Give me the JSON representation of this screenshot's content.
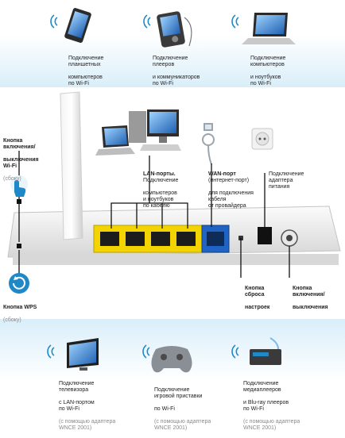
{
  "top": {
    "tablets": [
      "Подключение",
      "планшетных",
      "компьютеров",
      "по Wi-Fi"
    ],
    "players": [
      "Подключение",
      "плееров",
      "и коммуникаторов",
      "по Wi-Fi"
    ],
    "laptops": [
      "Подключение",
      "компьютеров",
      "и ноутбуков",
      "по Wi-Fi"
    ]
  },
  "middle": {
    "lan": [
      "LAN-порты.",
      "Подключение",
      "компьютеров",
      "и ноутбуков",
      "по кабелю"
    ],
    "wan": [
      "WAN-порт",
      "(интернет-порт)",
      "для подключения",
      "кабеля",
      "от провайдера"
    ],
    "power": [
      "Подключение",
      "адаптера",
      "питания"
    ],
    "wifi_button": [
      "Кнопка",
      "включения/",
      "выключения",
      "Wi-Fi"
    ],
    "wifi_button_note": "(сбоку)",
    "wps_button": [
      "Кнопка WPS"
    ],
    "wps_button_note": "(сбоку)",
    "reset": [
      "Кнопка",
      "сброса",
      "настроек"
    ],
    "onoff": [
      "Кнопка",
      "включения/",
      "выключения"
    ]
  },
  "bottom": {
    "tv": [
      "Подключение",
      "телевизора",
      "с LAN-портом",
      "по Wi-Fi"
    ],
    "tv_note": [
      "(с помощью адаптера",
      "WNCE 2001)"
    ],
    "console": [
      "Подключение",
      "игровой приставки",
      "по Wi-Fi"
    ],
    "console_note": [
      "(с помощью адаптера",
      "WNCE 2001)"
    ],
    "media": [
      "Подключение",
      "медиаплееров",
      "и Blu-ray плееров",
      "по Wi-Fi"
    ],
    "media_note": [
      "(с помощью адаптера",
      "WNCE 2001)"
    ]
  },
  "colors": {
    "accent_blue": "#1e88c8",
    "port_yellow": "#f3d400",
    "port_blue": "#1f64c4",
    "band": "#d9eef9"
  }
}
